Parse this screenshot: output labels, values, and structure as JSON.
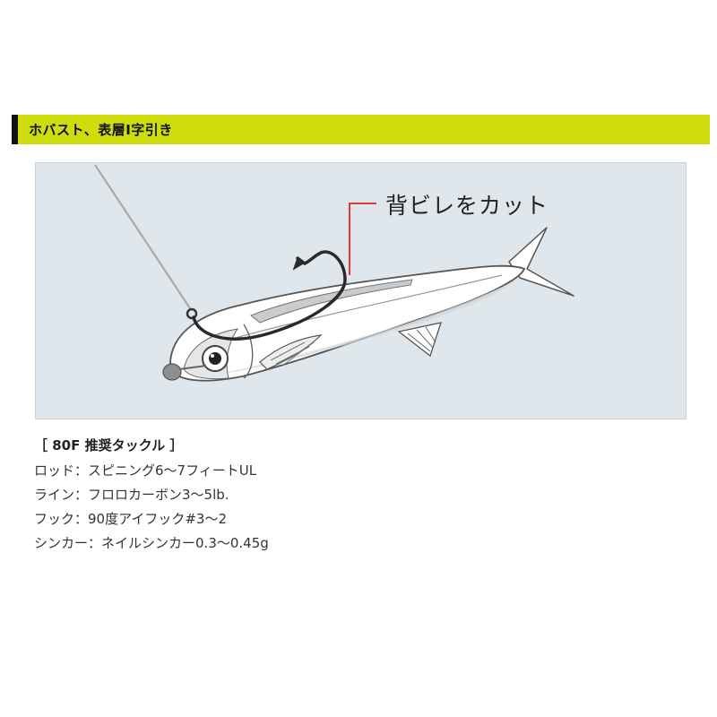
{
  "section": {
    "title": "ホバスト、表層I字引き",
    "accent_color": "#cfdd0c"
  },
  "figure": {
    "callout": "背ビレをカット",
    "callout_color": "#e03a3a",
    "background": "#dfe7ec"
  },
  "tackle": {
    "heading": "［ 80F 推奨タックル ］",
    "lines": [
      "ロッド：スピニング6〜7フィートUL",
      "ライン：フロロカーボン3〜5lb.",
      "フック：90度アイフック#3〜2",
      "シンカー：ネイルシンカー0.3〜0.45g"
    ]
  }
}
